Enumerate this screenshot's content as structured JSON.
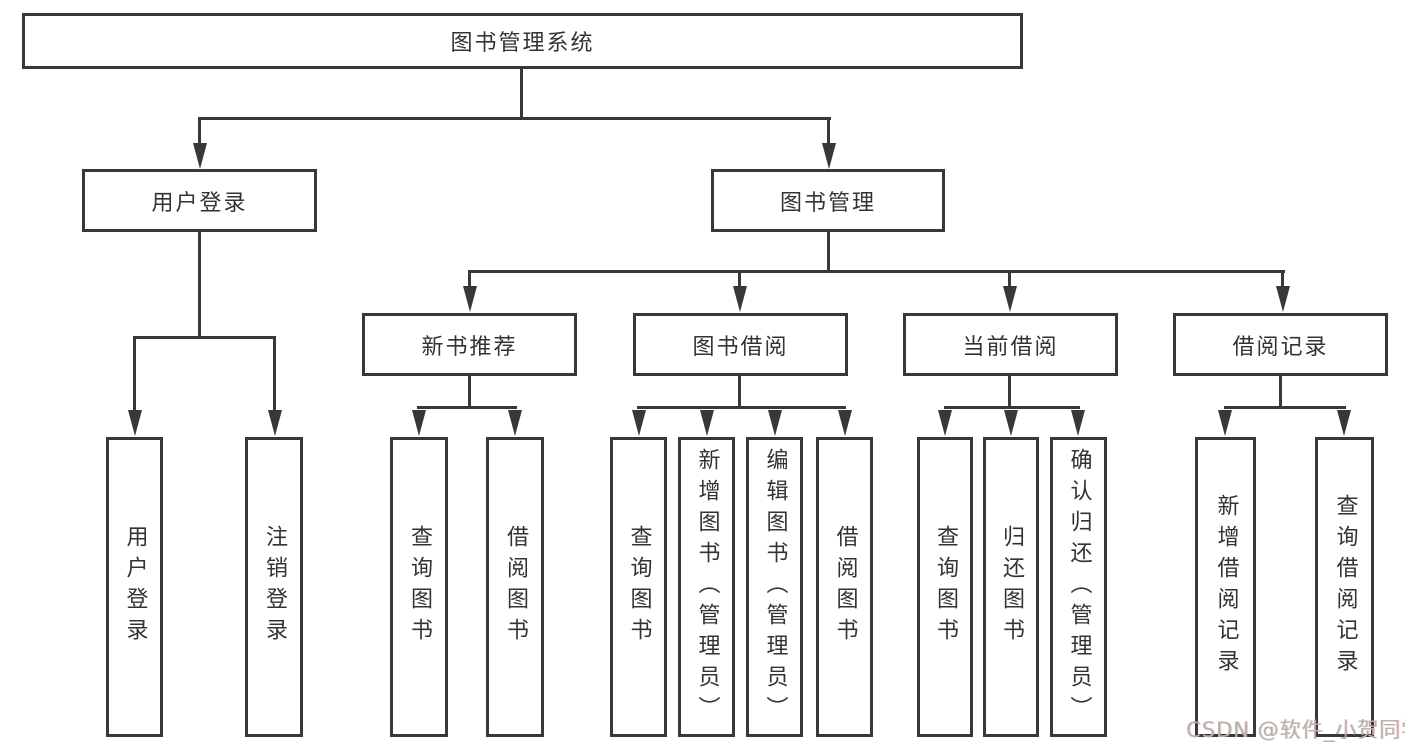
{
  "title": "图书管理系统",
  "watermark": "CSDN @软件_小贺同学",
  "colors": {
    "line": "#383838",
    "text": "#333333",
    "watermark": "#b7b2b0",
    "background": "#ffffff"
  },
  "nodes": {
    "root": "图书管理系统",
    "level1": {
      "user_login": "用户登录",
      "book_mgmt": "图书管理"
    },
    "level2": {
      "new_books": "新书推荐",
      "book_borrow": "图书借阅",
      "current_borrow": "当前借阅",
      "borrow_records": "借阅记录"
    },
    "leaves": {
      "user_login": "用户登录",
      "user_logout": "注销登录",
      "new_query": "查询图书",
      "new_borrow": "借阅图书",
      "borrow_query": "查询图书",
      "borrow_add": "新增图书（管理员）",
      "borrow_edit": "编辑图书（管理员）",
      "borrow_do": "借阅图书",
      "cur_query": "查询图书",
      "cur_return": "归还图书",
      "cur_confirm": "确认归还（管理员）",
      "rec_add": "新增借阅记录",
      "rec_query": "查询借阅记录"
    }
  }
}
